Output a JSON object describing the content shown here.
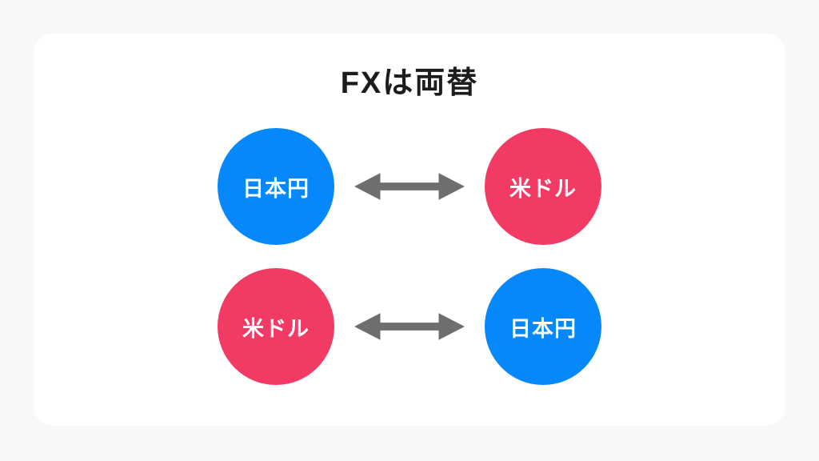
{
  "title": "FXは両替",
  "colors": {
    "background": "#f8f8f9",
    "card": "#ffffff",
    "blue": "#0688fa",
    "pink": "#f23b64",
    "arrow": "#6e6e6e",
    "title-text": "#1c1c1e",
    "circle-text": "#ffffff"
  },
  "icons": {
    "arrow": "double-headed-arrow"
  },
  "rows": [
    {
      "left": {
        "label": "日本円",
        "color": "blue"
      },
      "right": {
        "label": "米ドル",
        "color": "pink"
      }
    },
    {
      "left": {
        "label": "米ドル",
        "color": "pink"
      },
      "right": {
        "label": "日本円",
        "color": "blue"
      }
    }
  ]
}
